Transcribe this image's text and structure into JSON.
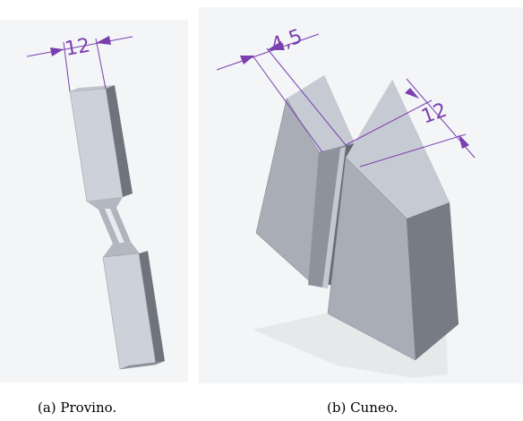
{
  "colors": {
    "dimension": "#7a3fb0",
    "face_light": "#cdd1d9",
    "face_mid": "#a9adb6",
    "face_dark": "#6f737c",
    "background_panel": "#f4f5f7",
    "shadow": "#e7e8ea"
  },
  "specimen": {
    "dimension_label": "12",
    "caption": "(a) Provino."
  },
  "wedge": {
    "dimension_thickness_label": "4,5",
    "dimension_width_label": "12",
    "caption": "(b) Cuneo."
  }
}
